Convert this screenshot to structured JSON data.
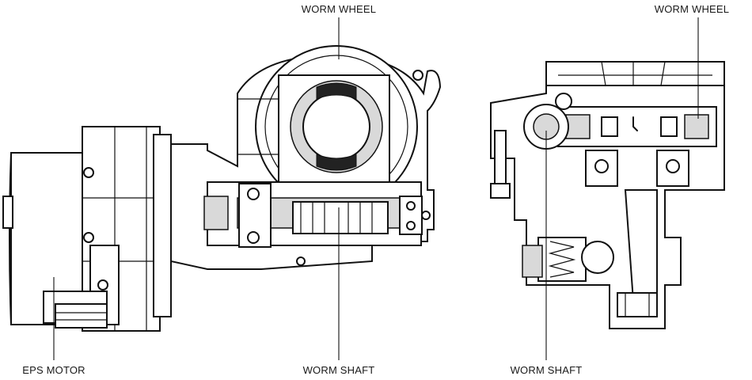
{
  "labels": {
    "worm_wheel_left": "WORM WHEEL",
    "worm_wheel_right": "WORM WHEEL",
    "eps_motor": "EPS MOTOR",
    "worm_shaft_left": "WORM SHAFT",
    "worm_shaft_right": "WORM SHAFT"
  }
}
